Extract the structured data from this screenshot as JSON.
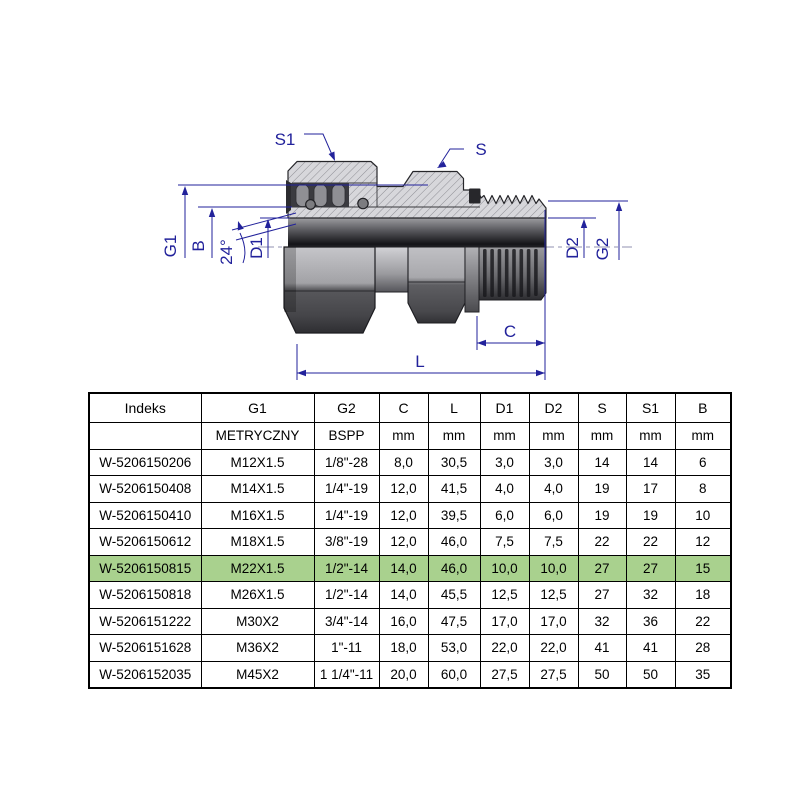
{
  "drawing": {
    "labels": {
      "s1": "S1",
      "s": "S",
      "g1": "G1",
      "b": "B",
      "angle": "24°",
      "d1": "D1",
      "d2": "D2",
      "g2": "G2",
      "c": "C",
      "l": "L"
    },
    "colors": {
      "dimension_navy": "#22229b",
      "hatch_fill": "#d7d7db",
      "hatch_line": "#8e8e94",
      "outline": "#26262a",
      "highlight_green": "#a9d18e"
    }
  },
  "table": {
    "headers": [
      "Indeks",
      "G1",
      "G2",
      "C",
      "L",
      "D1",
      "D2",
      "S",
      "S1",
      "B"
    ],
    "subheaders": [
      "",
      "METRYCZNY",
      "BSPP",
      "mm",
      "mm",
      "mm",
      "mm",
      "mm",
      "mm",
      "mm"
    ],
    "rows": [
      [
        "W-5206150206",
        "M12X1.5",
        "1/8\"-28",
        "8,0",
        "30,5",
        "3,0",
        "3,0",
        "14",
        "14",
        "6"
      ],
      [
        "W-5206150408",
        "M14X1.5",
        "1/4\"-19",
        "12,0",
        "41,5",
        "4,0",
        "4,0",
        "19",
        "17",
        "8"
      ],
      [
        "W-5206150410",
        "M16X1.5",
        "1/4\"-19",
        "12,0",
        "39,5",
        "6,0",
        "6,0",
        "19",
        "19",
        "10"
      ],
      [
        "W-5206150612",
        "M18X1.5",
        "3/8\"-19",
        "12,0",
        "46,0",
        "7,5",
        "7,5",
        "22",
        "22",
        "12"
      ],
      [
        "W-5206150815",
        "M22X1.5",
        "1/2\"-14",
        "14,0",
        "46,0",
        "10,0",
        "10,0",
        "27",
        "27",
        "15"
      ],
      [
        "W-5206150818",
        "M26X1.5",
        "1/2\"-14",
        "14,0",
        "45,5",
        "12,5",
        "12,5",
        "27",
        "32",
        "18"
      ],
      [
        "W-5206151222",
        "M30X2",
        "3/4\"-14",
        "16,0",
        "47,5",
        "17,0",
        "17,0",
        "32",
        "36",
        "22"
      ],
      [
        "W-5206151628",
        "M36X2",
        "1\"-11",
        "18,0",
        "53,0",
        "22,0",
        "22,0",
        "41",
        "41",
        "28"
      ],
      [
        "W-5206152035",
        "M45X2",
        "1 1/4\"-11",
        "20,0",
        "60,0",
        "27,5",
        "27,5",
        "50",
        "50",
        "35"
      ]
    ],
    "highlighted_row_index": 4
  }
}
